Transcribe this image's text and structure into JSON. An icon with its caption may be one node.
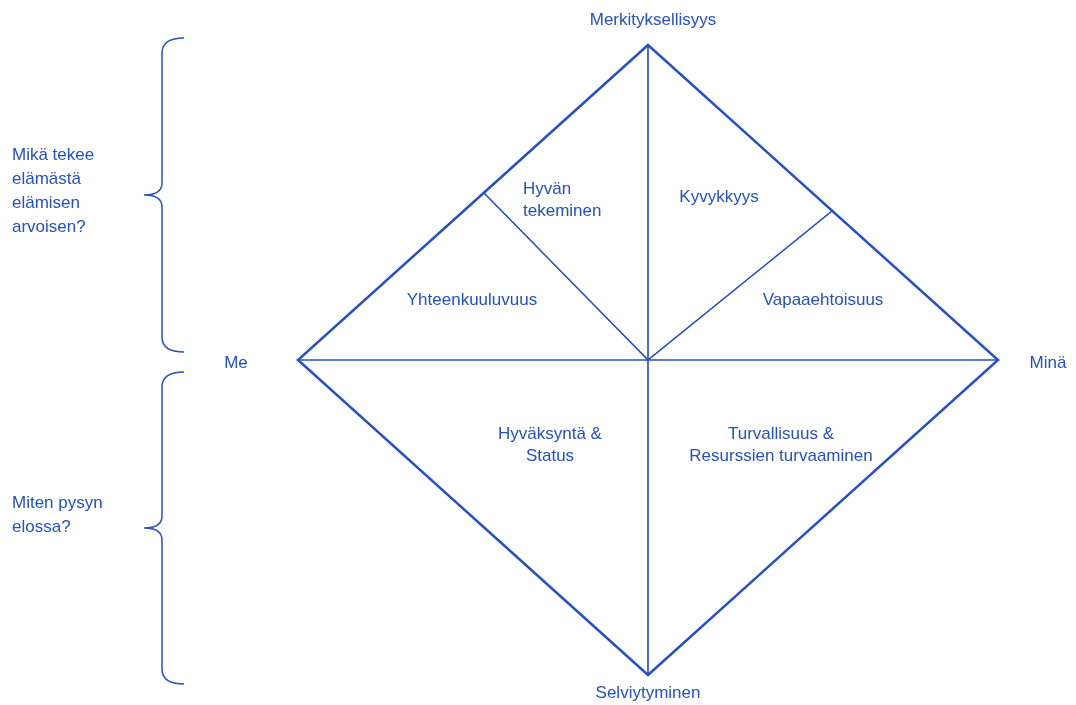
{
  "diagram": {
    "nodes": [
      {
        "text": [
          "Hyvän tekeminen"
        ]
      },
      {
        "text": [
          "Kyvykkyys"
        ]
      },
      {
        "text": [
          "Yhteenkuuluvuus"
        ]
      },
      {
        "text": [
          "Vapaaehtoisuus"
        ]
      },
      {
        "text": [
          "Hyväksyntä & Status"
        ]
      },
      {
        "text": [
          "Turvallisuus & Resurssien turvaaminen"
        ]
      }
    ],
    "labels": [
      "Merkityksellisyys",
      "Mikä tekee elämästä elämisen arvoisen?",
      "Me",
      "Minä",
      "Miten pysyn elossa?",
      "Selviytyminen"
    ]
  }
}
